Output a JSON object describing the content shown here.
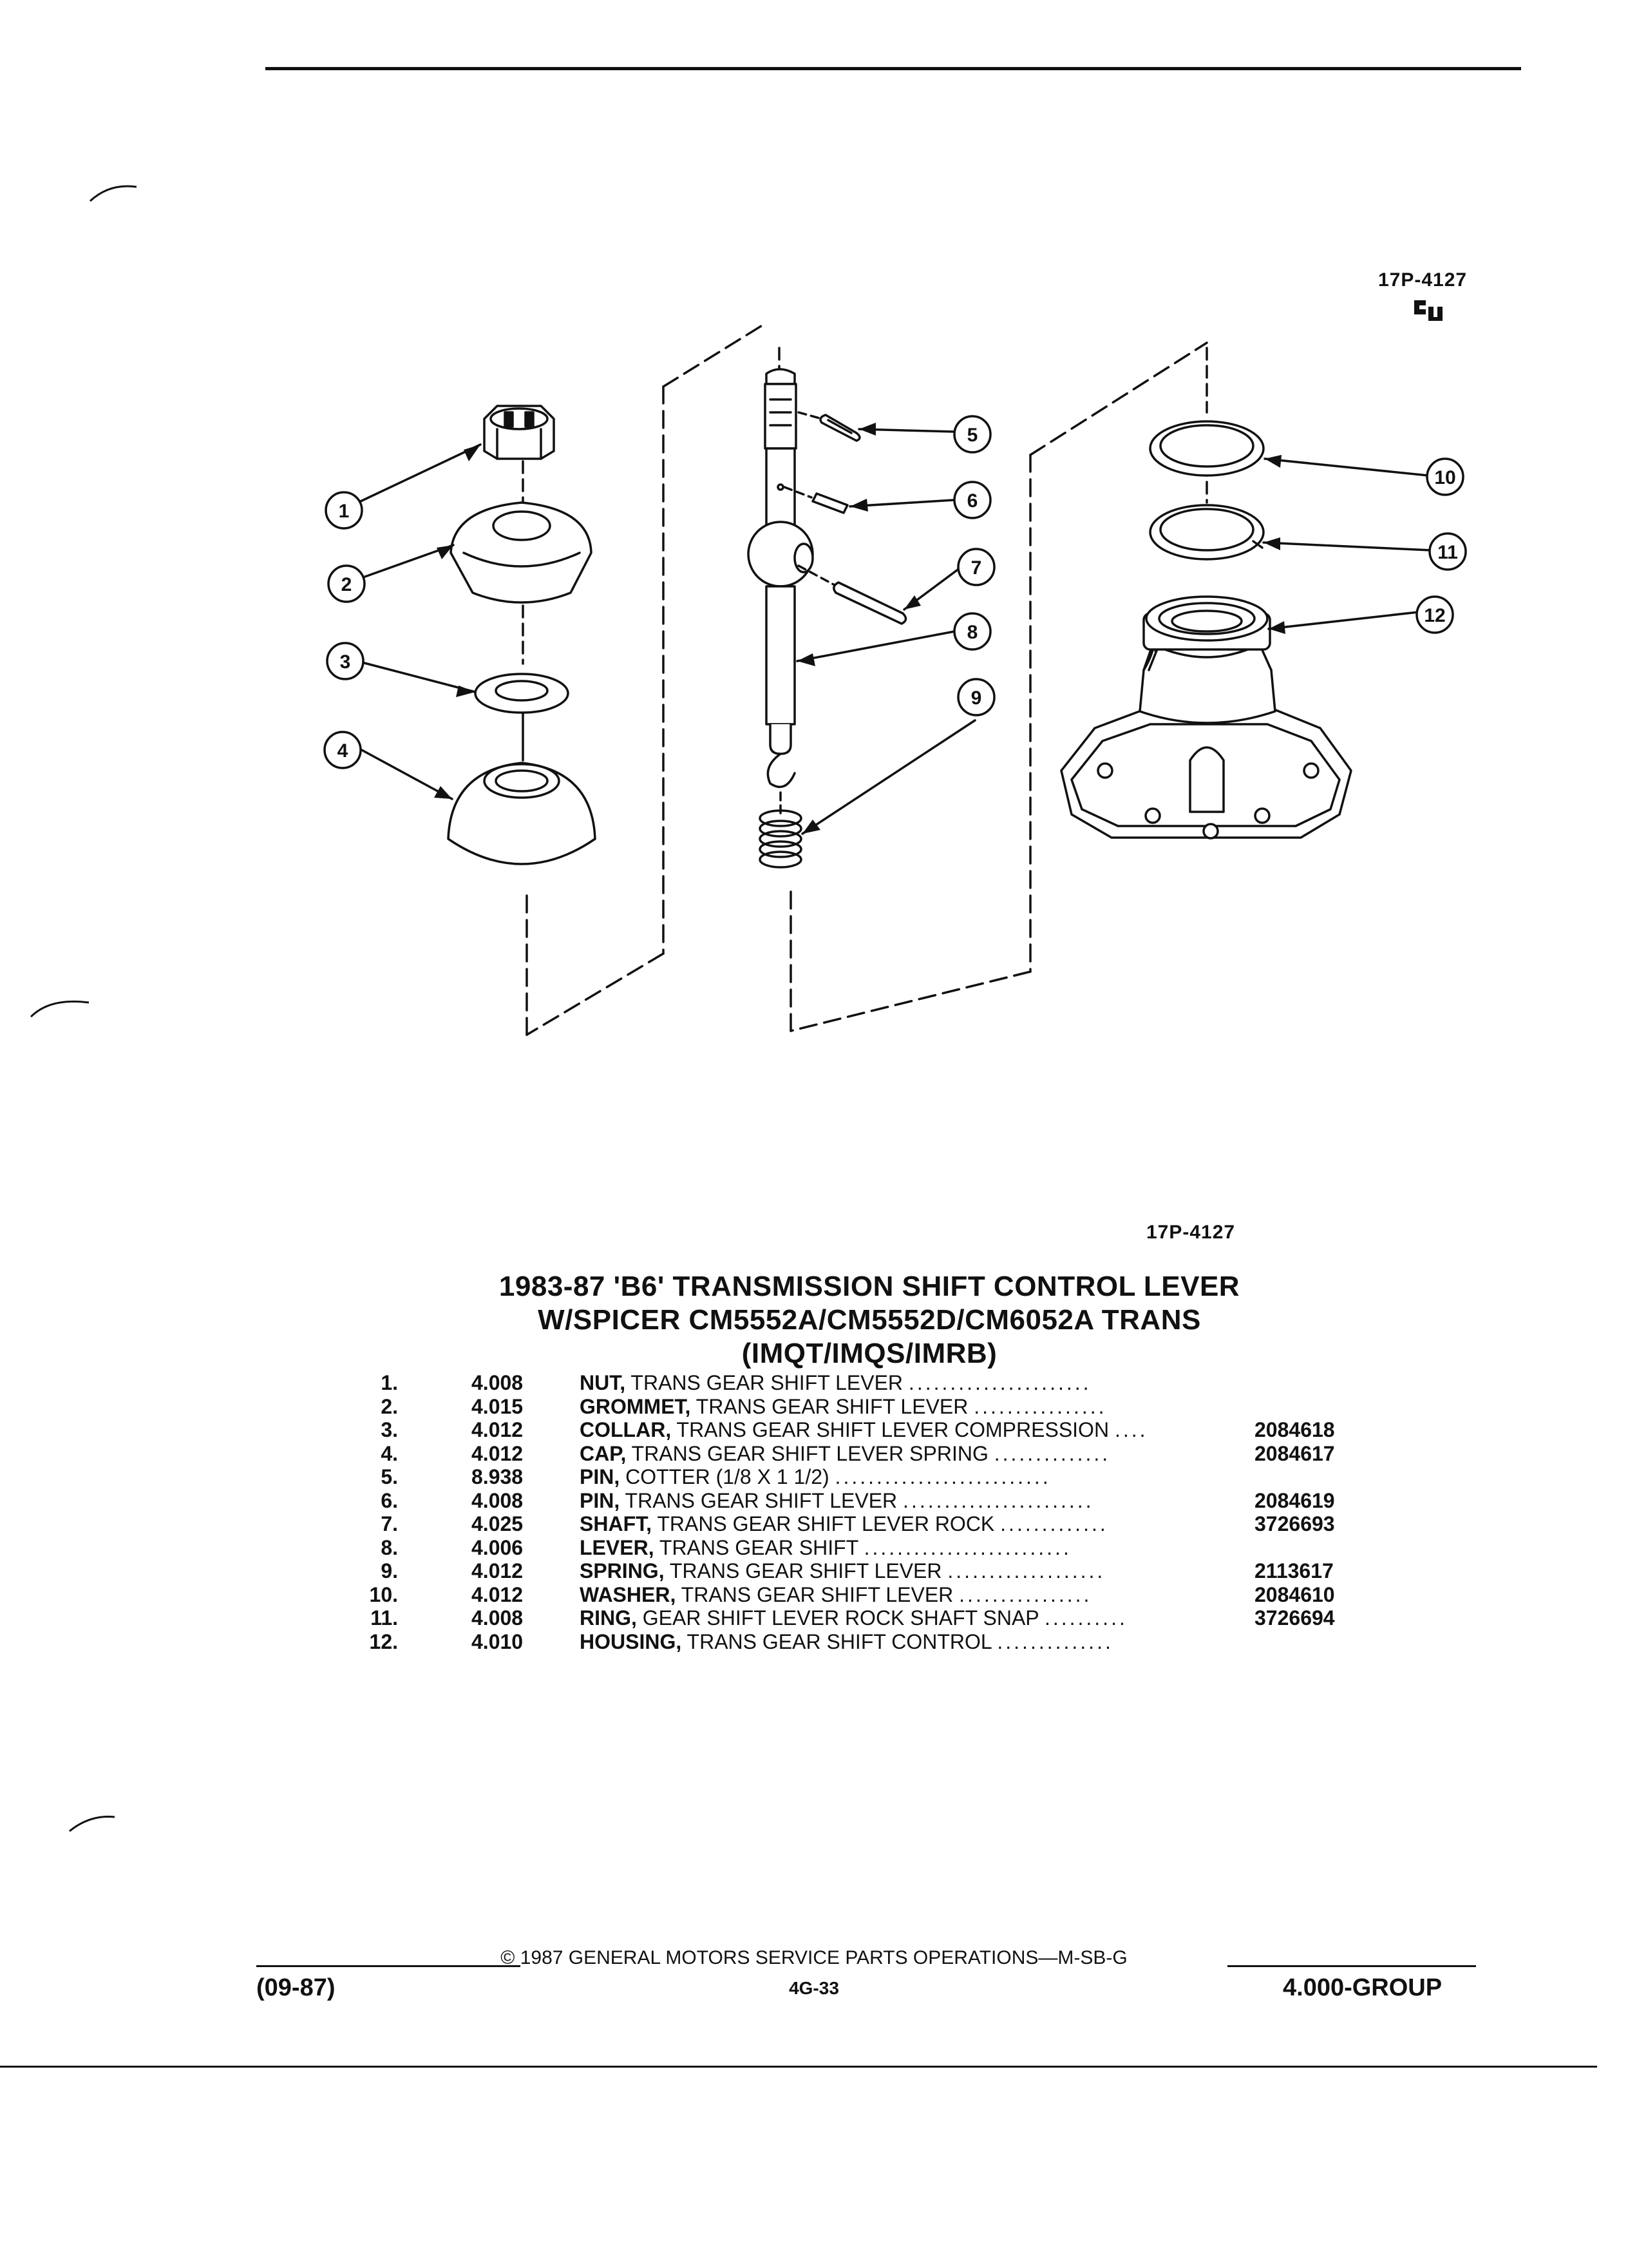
{
  "figure_code": "17P-4127",
  "title_lines": [
    "1983-87 'B6' TRANSMISSION SHIFT CONTROL LEVER",
    "W/SPICER CM5552A/CM5552D/CM6052A TRANS",
    "(IMQT/IMQS/IMRB)"
  ],
  "callouts": [
    "1",
    "2",
    "3",
    "4",
    "5",
    "6",
    "7",
    "8",
    "9",
    "10",
    "11",
    "12"
  ],
  "parts": [
    {
      "num": "1.",
      "code": "4.008",
      "name": "NUT,",
      "desc": "TRANS GEAR SHIFT LEVER",
      "dots": "......................",
      "pn": ""
    },
    {
      "num": "2.",
      "code": "4.015",
      "name": "GROMMET,",
      "desc": "TRANS GEAR SHIFT LEVER",
      "dots": "................",
      "pn": ""
    },
    {
      "num": "3.",
      "code": "4.012",
      "name": "COLLAR,",
      "desc": "TRANS GEAR SHIFT LEVER COMPRESSION",
      "dots": "....",
      "pn": "2084618"
    },
    {
      "num": "4.",
      "code": "4.012",
      "name": "CAP,",
      "desc": "TRANS GEAR SHIFT LEVER SPRING",
      "dots": "..............",
      "pn": "2084617"
    },
    {
      "num": "5.",
      "code": "8.938",
      "name": "PIN,",
      "desc": "COTTER (1/8 X 1 1/2)",
      "dots": "..........................",
      "pn": ""
    },
    {
      "num": "6.",
      "code": "4.008",
      "name": "PIN,",
      "desc": "TRANS GEAR SHIFT LEVER",
      "dots": ".......................",
      "pn": "2084619"
    },
    {
      "num": "7.",
      "code": "4.025",
      "name": "SHAFT,",
      "desc": "TRANS GEAR SHIFT LEVER ROCK",
      "dots": ".............",
      "pn": "3726693"
    },
    {
      "num": "8.",
      "code": "4.006",
      "name": "LEVER,",
      "desc": "TRANS GEAR SHIFT",
      "dots": ".........................",
      "pn": ""
    },
    {
      "num": "9.",
      "code": "4.012",
      "name": "SPRING,",
      "desc": "TRANS GEAR SHIFT LEVER",
      "dots": "...................",
      "pn": "2113617"
    },
    {
      "num": "10.",
      "code": "4.012",
      "name": "WASHER,",
      "desc": "TRANS GEAR SHIFT LEVER",
      "dots": "................",
      "pn": "2084610"
    },
    {
      "num": "11.",
      "code": "4.008",
      "name": "RING,",
      "desc": "GEAR SHIFT LEVER ROCK SHAFT SNAP",
      "dots": "..........",
      "pn": "3726694"
    },
    {
      "num": "12.",
      "code": "4.010",
      "name": "HOUSING,",
      "desc": "TRANS GEAR SHIFT CONTROL",
      "dots": "..............",
      "pn": ""
    }
  ],
  "footer": {
    "copyright": "© 1987 GENERAL MOTORS SERVICE PARTS OPERATIONS—M-SB-G",
    "date": "(09-87)",
    "page": "4G-33",
    "group": "4.000-GROUP"
  }
}
